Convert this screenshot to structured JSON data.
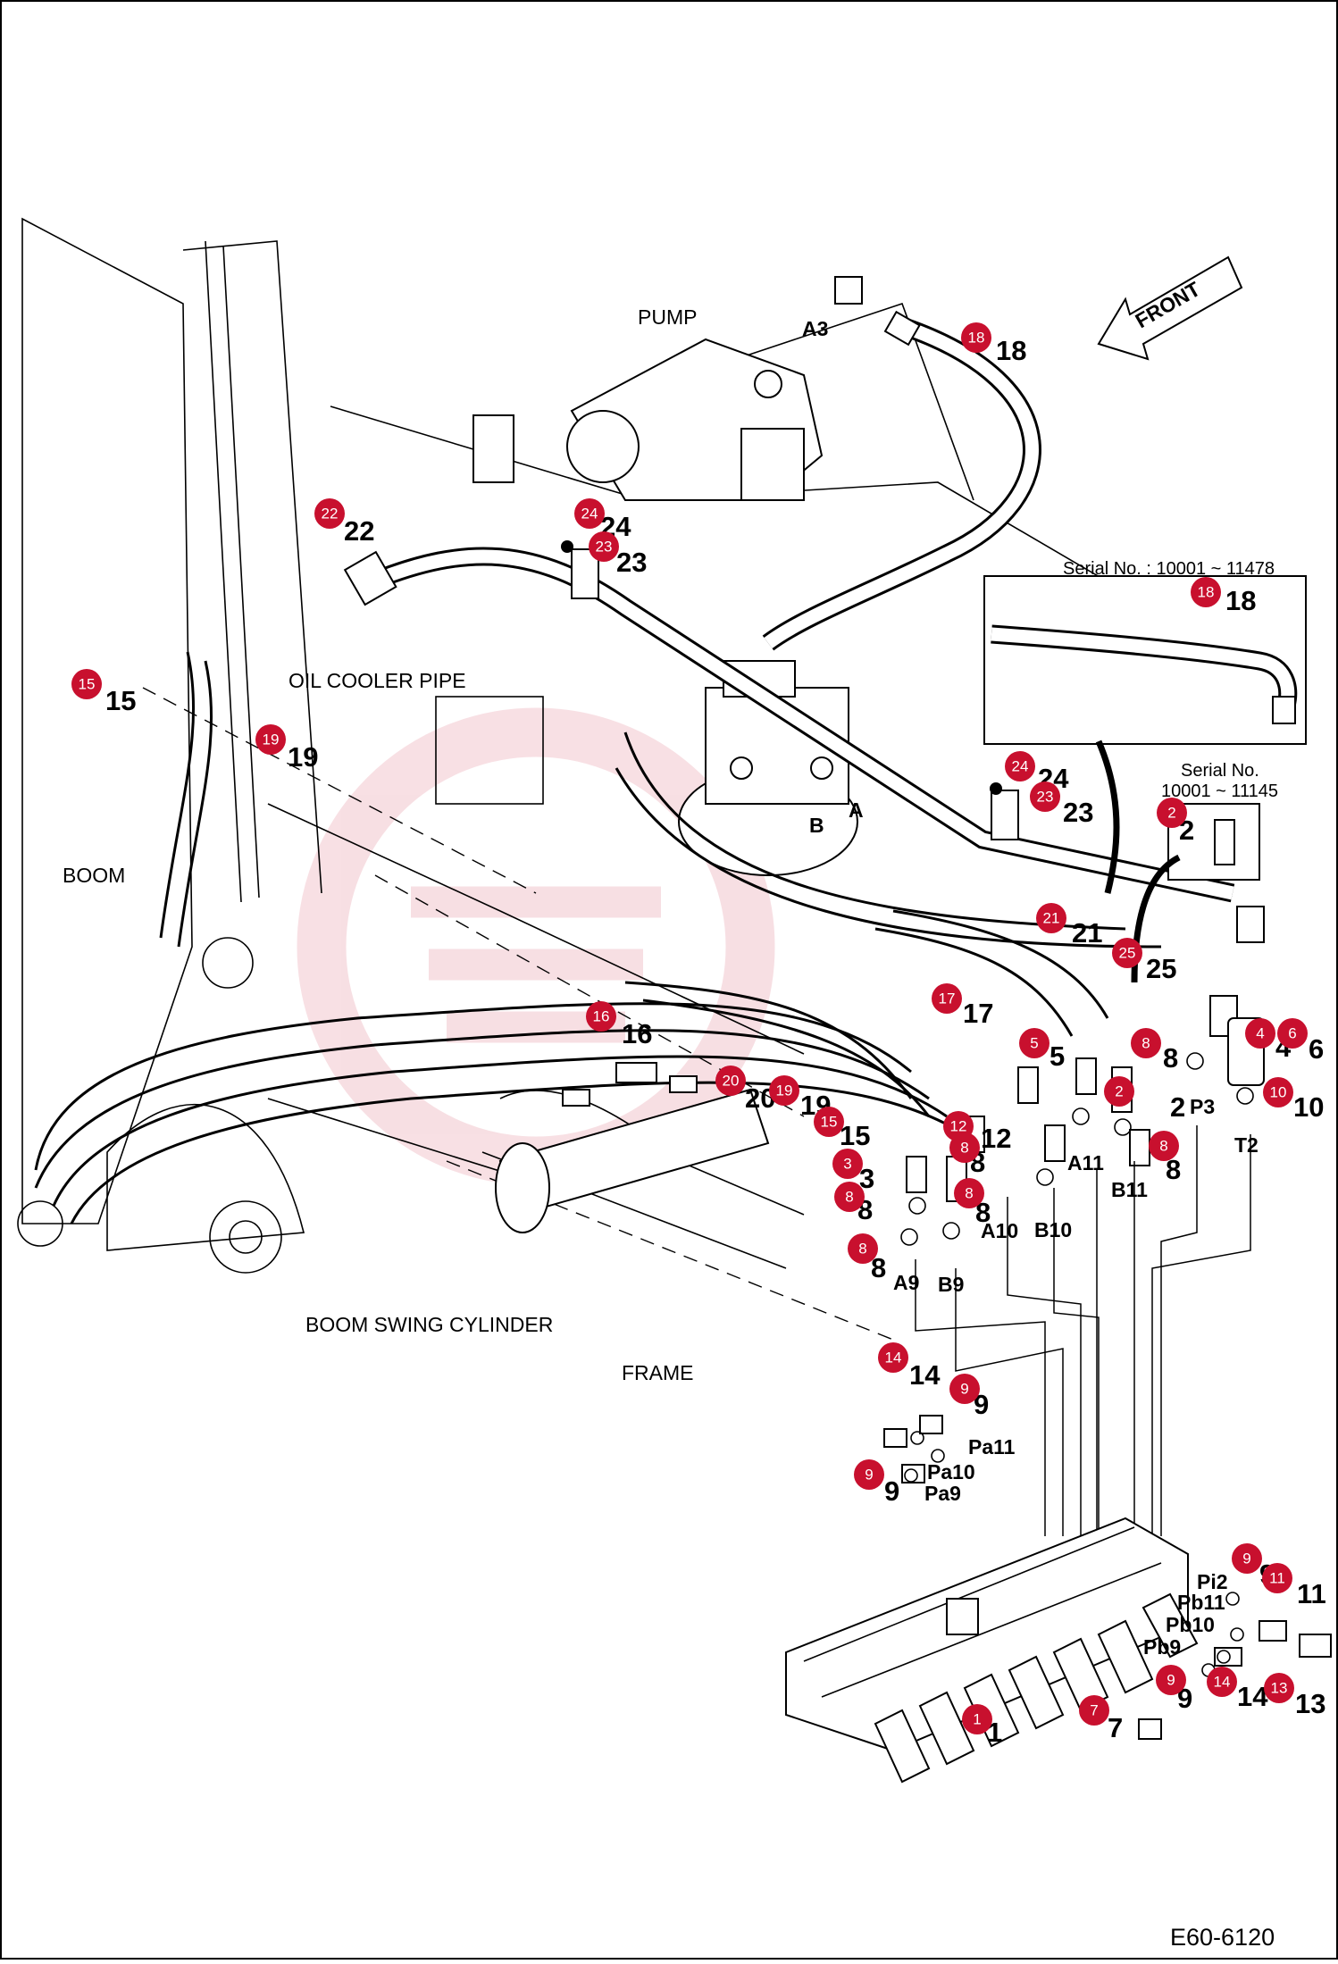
{
  "drawing_code": "E60-6120",
  "labels": {
    "pump": "PUMP",
    "front": "FRONT",
    "boom": "BOOM",
    "oil_cooler_pipe": "OIL COOLER PIPE",
    "boom_swing_cylinder": "BOOM SWING CYLINDER",
    "frame": "FRAME",
    "serial_box_title": "Serial No. : 10001 ~ 11478",
    "serial_note_line1": "Serial No.",
    "serial_note_line2": "10001 ~ 11145"
  },
  "ports": {
    "a3": "A3",
    "a": "A",
    "b": "B",
    "p3": "P3",
    "t2": "T2",
    "a9": "A9",
    "b9": "B9",
    "a10": "A10",
    "b10": "B10",
    "a11": "A11",
    "b11": "B11",
    "pa9": "Pa9",
    "pa10": "Pa10",
    "pa11": "Pa11",
    "pb9": "Pb9",
    "pb10": "Pb10",
    "pb11": "Pb11",
    "pi2": "Pi2"
  },
  "badges": [
    "18",
    "22",
    "24",
    "23",
    "15",
    "19",
    "18",
    "24",
    "23",
    "2",
    "21",
    "25",
    "17",
    "16",
    "5",
    "8",
    "20",
    "19",
    "15",
    "12",
    "2",
    "8",
    "3",
    "8",
    "8",
    "8",
    "4",
    "8",
    "6",
    "10",
    "14",
    "9",
    "9",
    "9",
    "11",
    "14",
    "13",
    "9",
    "7",
    "1"
  ],
  "part_numbers": [
    "18",
    "22",
    "24",
    "23",
    "15",
    "19",
    "18",
    "24",
    "23",
    "2",
    "21",
    "25",
    "17",
    "16",
    "5",
    "8",
    "20",
    "19",
    "15",
    "12",
    "2",
    "8",
    "3",
    "8",
    "8",
    "8",
    "4",
    "8",
    "6",
    "10",
    "14",
    "9",
    "9",
    "9",
    "11",
    "14",
    "13",
    "9",
    "7",
    "1"
  ],
  "colors": {
    "badge": "#c8102e",
    "line": "#000000",
    "background": "#ffffff"
  }
}
